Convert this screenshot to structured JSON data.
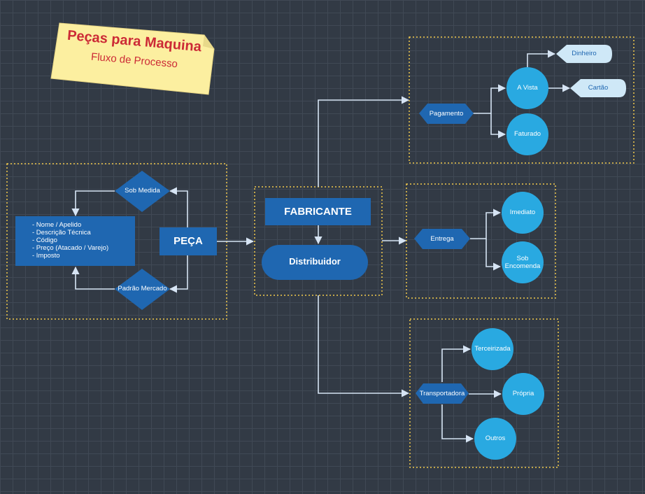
{
  "sticky_note": {
    "title": "Peças para Maquina",
    "subtitle": "Fluxo de Processo"
  },
  "peca_group": {
    "main_label": "PEÇA",
    "top_decision": "Sob Medida",
    "bottom_decision": "Padrão Mercado",
    "attributes": [
      "- Nome / Apelido",
      "- Descrição Técnica",
      "- Código",
      "- Preço (Atacado / Varejo)",
      "- Imposto"
    ]
  },
  "center_group": {
    "manufacturer": "FABRICANTE",
    "distributor": "Distribuidor"
  },
  "payment_group": {
    "hub": "Pagamento",
    "cash": "A Vista",
    "invoiced": "Faturado",
    "money": "Dinheiro",
    "card": "Cartão"
  },
  "delivery_group": {
    "hub": "Entrega",
    "immediate": "Imediato",
    "on_order": "Sob Encomenda"
  },
  "transport_group": {
    "hub": "Transportadora",
    "outsourced": "Terceirizada",
    "own": "Própria",
    "others": "Outros"
  },
  "colors": {
    "background": "#323a45",
    "grid": "#404955",
    "dark_blue": "#1f67b1",
    "light_blue": "#29a9e1",
    "pale_blue": "#cfe8f7",
    "connector": "#d6e4f4",
    "dotted_border": "#f2c94c",
    "sticky": "#fcefa0",
    "sticky_text": "#cc2a36"
  }
}
